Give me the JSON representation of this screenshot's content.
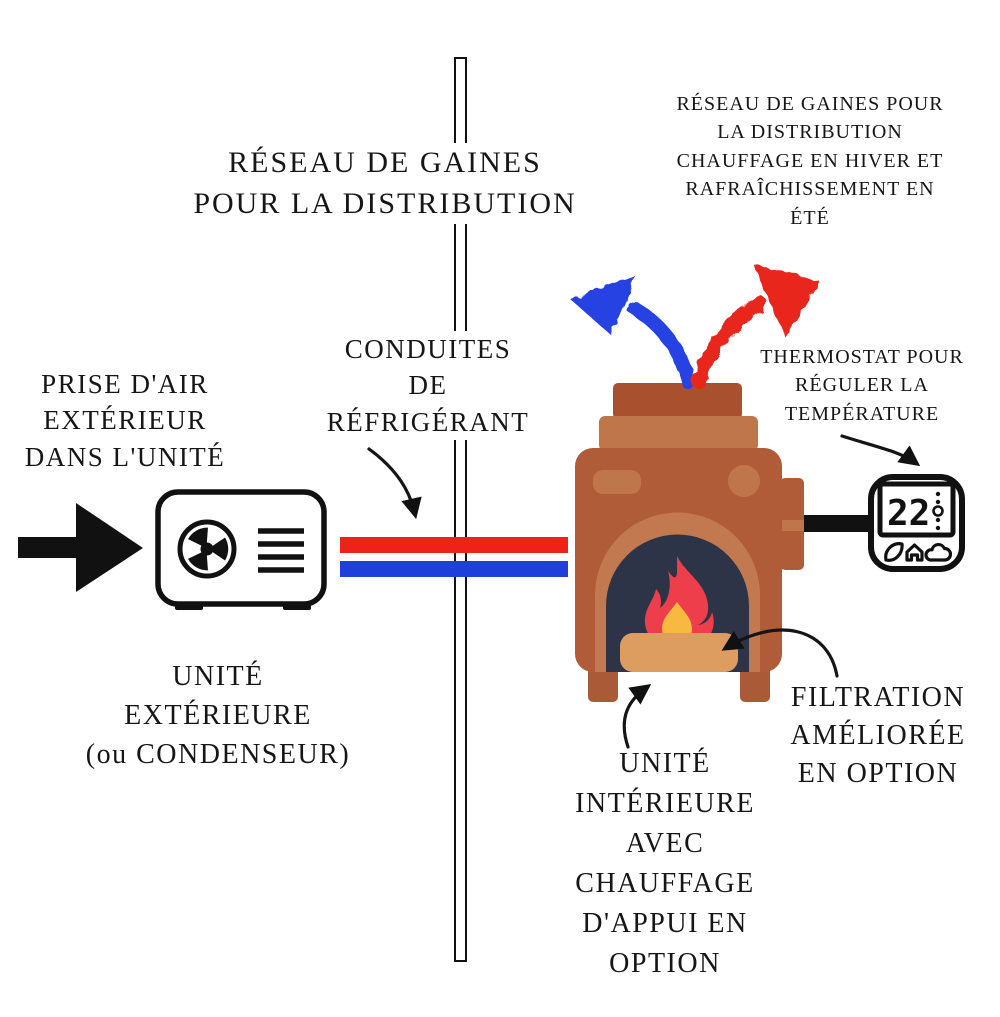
{
  "colors": {
    "background": "#ffffff",
    "text": "#161616",
    "ink": "#111111",
    "pipe-red": "#ee2218",
    "pipe-blue": "#1e3fd9",
    "arrow-blue": "#2743e3",
    "arrow-red": "#e8251d",
    "furnace-body": "#b05c38",
    "furnace-dark": "#a9512f",
    "furnace-light": "#c0764b",
    "arch-light": "#c2794f",
    "arch-dark": "#2e3447",
    "flame-red": "#ef3e4b",
    "flame-yellow": "#f7b93f",
    "burner-base": "#dd9d61"
  },
  "labels": {
    "duct_left": "RÉSEAU DE GAINES\nPOUR LA DISTRIBUTION",
    "duct_right": "RÉSEAU DE GAINES POUR\nLA DISTRIBUTION\nCHAUFFAGE EN HIVER ET\nRAFRAÎCHISSEMENT EN\nÉTÉ",
    "air_intake": "PRISE D'AIR\nEXTÉRIEUR\nDANS L'UNITÉ",
    "refrigerant_lines": "CONDUITES\nDE\nRÉFRIGÉRANT",
    "thermostat": "THERMOSTAT POUR\nRÉGULER LA\nTEMPÉRATURE",
    "outdoor_unit": "UNITÉ\nEXTÉRIEURE\n(ou CONDENSEUR)",
    "indoor_unit": "UNITÉ\nINTÉRIEURE\nAVEC\nCHAUFFAGE\nD'APPUI EN\nOPTION",
    "filtration": "FILTRATION\nAMÉLIORÉE\nEN OPTION"
  },
  "thermostat": {
    "temperature": "22"
  }
}
